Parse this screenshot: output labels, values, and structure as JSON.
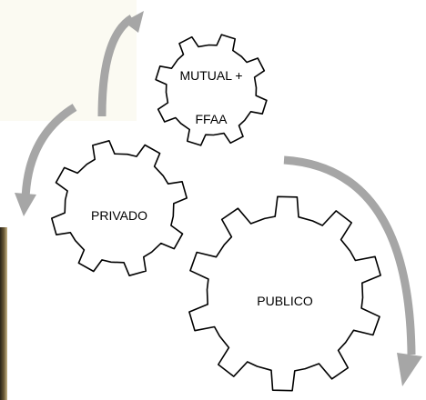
{
  "gears": [
    {
      "id": "mutual",
      "label_lines": [
        "MUTUAL +",
        "FFAA"
      ]
    },
    {
      "id": "privado",
      "label_lines": [
        "PRIVADO"
      ]
    },
    {
      "id": "publico",
      "label_lines": [
        "PUBLICO"
      ]
    }
  ],
  "colors": {
    "arrow": "#a6a6a6",
    "gear_fill": "#ffffff",
    "gear_stroke": "#000000"
  },
  "cycle": [
    "mutual",
    "privado",
    "publico"
  ]
}
